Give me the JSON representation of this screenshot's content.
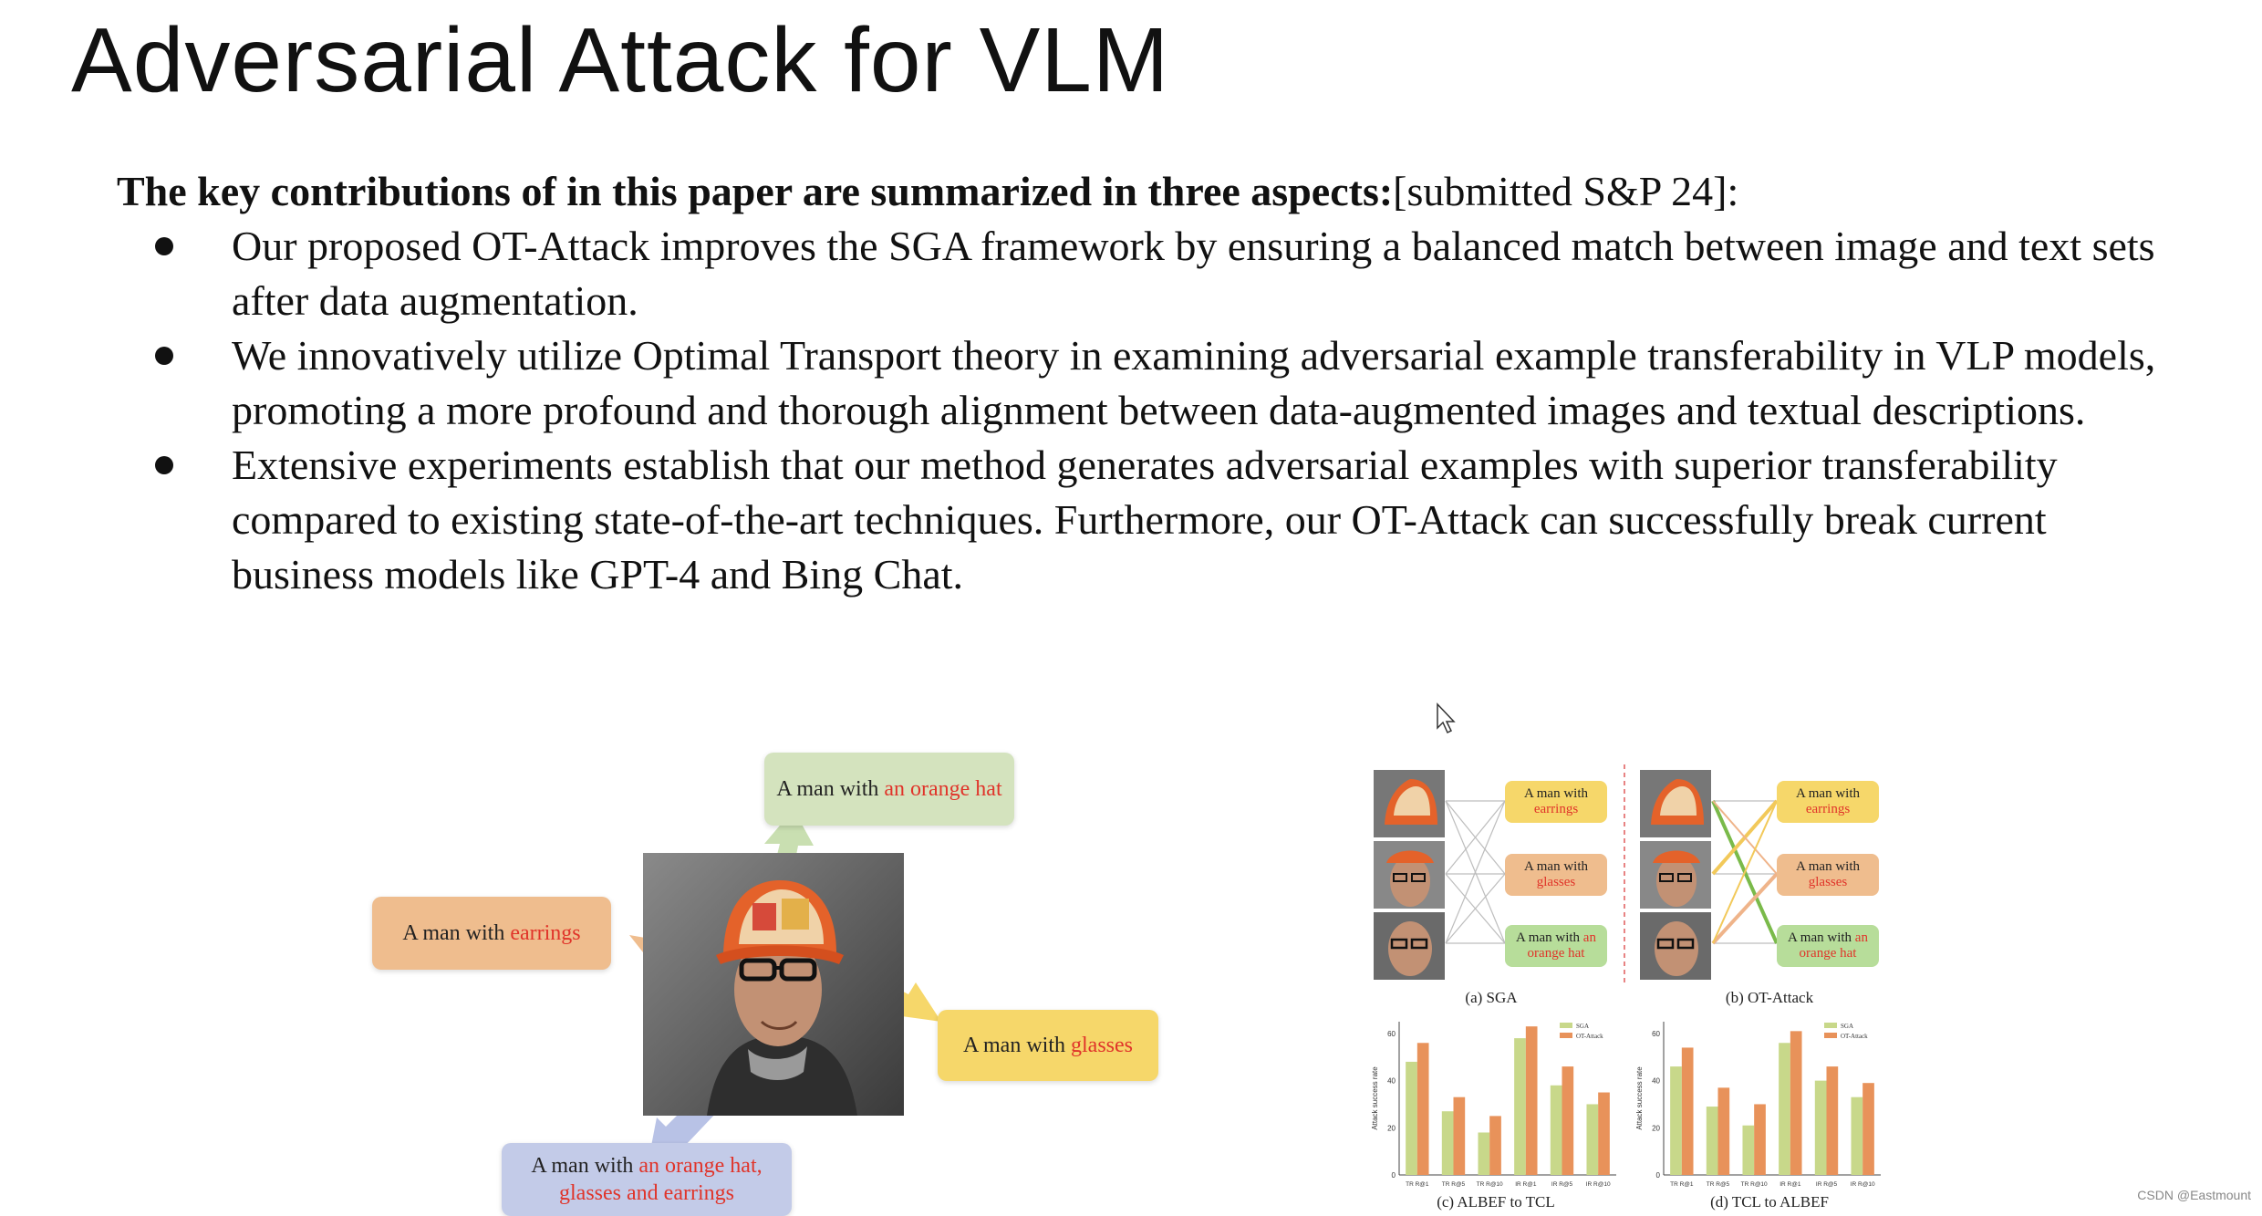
{
  "title": "Adversarial Attack for VLM",
  "intro": {
    "bold": "The key contributions of in this paper are summarized in three aspects:",
    "rest": "[submitted  S&P 24]:"
  },
  "bullets": [
    "Our proposed OT-Attack improves the SGA framework by ensuring a balanced match between image and text sets after data augmentation.",
    "We innovatively utilize Optimal Transport theory in examining adversarial example transferability in VLP models, promoting a more profound and thorough alignment between data-augmented images and textual descriptions.",
    "Extensive experiments establish that our method generates adversarial examples with superior transferability compared to existing state-of-the-art techniques. Furthermore, our OT-Attack can successfully break current business models like GPT-4 and Bing Chat."
  ],
  "figure_left": {
    "hat": {
      "prefix": "A man with ",
      "highlight": "an orange hat"
    },
    "earrings": {
      "prefix": "A man with ",
      "highlight": "earrings"
    },
    "glasses": {
      "prefix": "A man with ",
      "highlight": "glasses"
    },
    "all": {
      "prefix": "A man with ",
      "highlight1": "an orange hat,",
      "highlight2": "glasses and earrings"
    }
  },
  "figure_right": {
    "bubbles": {
      "earrings": {
        "line1": "A man with",
        "line2": "earrings"
      },
      "glasses": {
        "line1": "A man with",
        "line2": "glasses"
      },
      "hat": {
        "line1a": "A man with ",
        "line1b": "an",
        "line2": "orange hat"
      }
    },
    "caption_a": "(a) SGA",
    "caption_b": "(b) OT-Attack",
    "caption_c": "(c) ALBEF to TCL",
    "caption_d": "(d) TCL to ALBEF",
    "ylabel": "Attack success rate",
    "legend": [
      "SGA",
      "OT-Attack"
    ],
    "colors": {
      "sga": "#c8d88a",
      "ot": "#e8925a",
      "earrings": "#f6d76a",
      "glasses": "#efbd8e",
      "hat": "#b7dd9a"
    }
  },
  "chart_data": [
    {
      "type": "bar",
      "title": "(c) ALBEF to TCL",
      "ylabel": "Attack success rate",
      "categories": [
        "TR R@1",
        "TR R@5",
        "TR R@10",
        "IR R@1",
        "IR R@5",
        "IR R@10"
      ],
      "series": [
        {
          "name": "SGA",
          "values": [
            48,
            27,
            18,
            58,
            38,
            30
          ]
        },
        {
          "name": "OT-Attack",
          "values": [
            56,
            33,
            25,
            63,
            46,
            35
          ]
        }
      ],
      "ylim": [
        0,
        65
      ],
      "legend": "top-right"
    },
    {
      "type": "bar",
      "title": "(d) TCL to ALBEF",
      "ylabel": "Attack success rate",
      "categories": [
        "TR R@1",
        "TR R@5",
        "TR R@10",
        "IR R@1",
        "IR R@5",
        "IR R@10"
      ],
      "series": [
        {
          "name": "SGA",
          "values": [
            46,
            29,
            21,
            56,
            40,
            33
          ]
        },
        {
          "name": "OT-Attack",
          "values": [
            54,
            37,
            30,
            61,
            46,
            39
          ]
        }
      ],
      "ylim": [
        0,
        65
      ],
      "legend": "top-right"
    }
  ],
  "watermark": "CSDN @Eastmount"
}
